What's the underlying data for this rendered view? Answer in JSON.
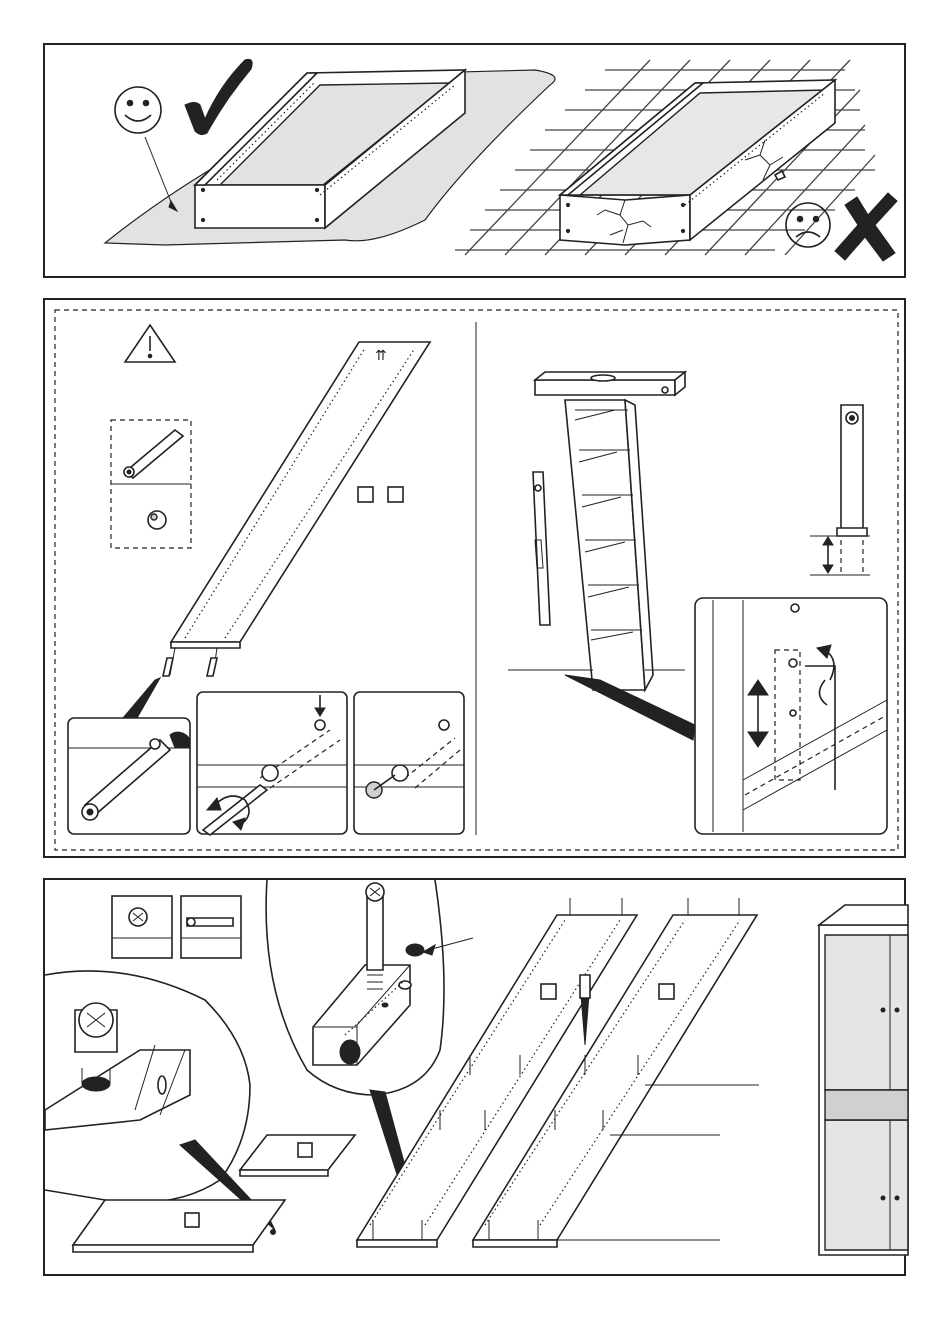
{
  "panels": {
    "top": {
      "correct": {
        "icons": [
          "smiley-face-icon",
          "check-mark-icon"
        ]
      },
      "wrong": {
        "icons": [
          "sad-face-icon",
          "cross-mark-icon"
        ]
      }
    },
    "middle": {
      "warning_icon": "warning-triangle-icon",
      "board_arrows": "⇈",
      "steps": [
        "insert-cam-bolt",
        "tighten-cam",
        "final-cam"
      ],
      "detail": "cabinet-level-adjust"
    },
    "bottom": {
      "hardware": [
        "cam-lock-icon",
        "dowel-screw-icon"
      ],
      "detail": "cam-lock-insertion"
    }
  },
  "colors": {
    "line": "#222222",
    "paper": "#ffffff",
    "shade": "#d0d0d0"
  }
}
